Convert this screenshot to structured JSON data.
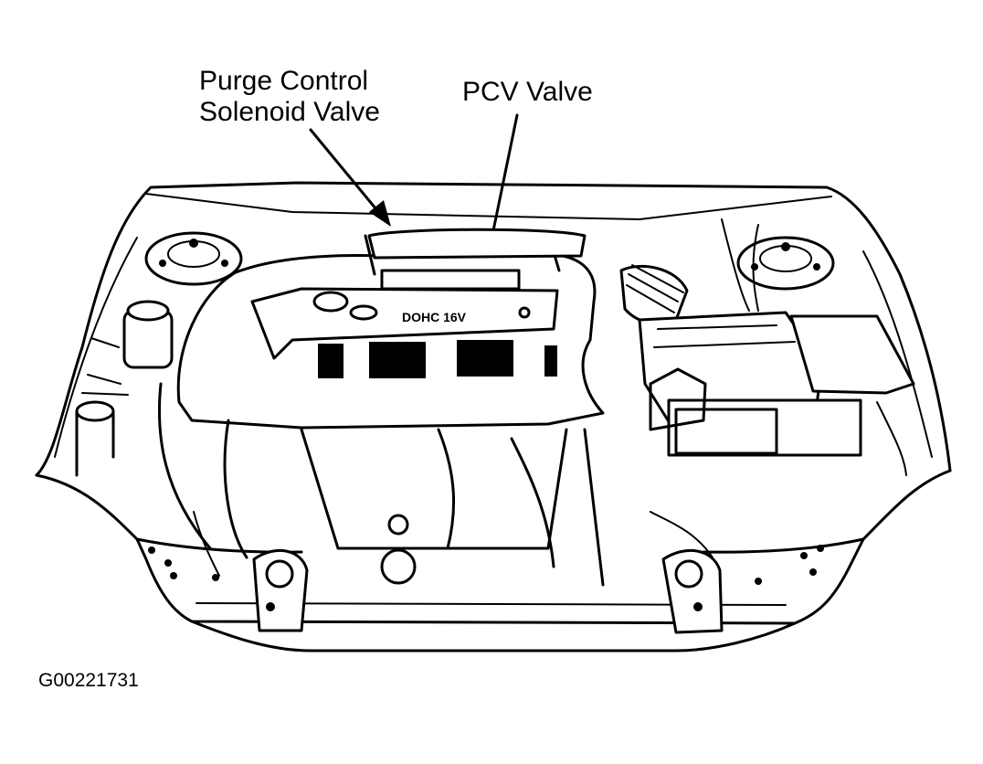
{
  "labels": {
    "purge_line1": "Purge Control",
    "purge_line2": "Solenoid Valve",
    "pcv": "PCV Valve"
  },
  "figure_id": "G00221731",
  "engine_cover_text": "DOHC 16V",
  "colors": {
    "ink": "#000000",
    "paper": "#ffffff"
  }
}
